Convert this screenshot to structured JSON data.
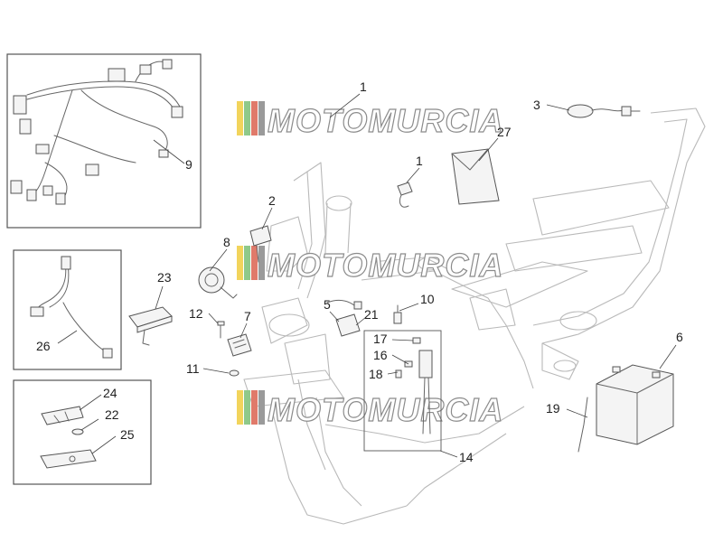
{
  "watermark": {
    "text": "MOTOMURCIA",
    "stripe_colors": [
      "#f2d45c",
      "#8fc98a",
      "#e07a6a",
      "#9a9a9a"
    ]
  },
  "callouts": [
    {
      "id": "c1a",
      "label": "1"
    },
    {
      "id": "c1b",
      "label": "1"
    },
    {
      "id": "c2",
      "label": "2"
    },
    {
      "id": "c3",
      "label": "3"
    },
    {
      "id": "c5",
      "label": "5"
    },
    {
      "id": "c6",
      "label": "6"
    },
    {
      "id": "c7",
      "label": "7"
    },
    {
      "id": "c8",
      "label": "8"
    },
    {
      "id": "c9",
      "label": "9"
    },
    {
      "id": "c10",
      "label": "10"
    },
    {
      "id": "c11",
      "label": "11"
    },
    {
      "id": "c12",
      "label": "12"
    },
    {
      "id": "c14",
      "label": "14"
    },
    {
      "id": "c16",
      "label": "16"
    },
    {
      "id": "c17",
      "label": "17"
    },
    {
      "id": "c18",
      "label": "18"
    },
    {
      "id": "c19",
      "label": "19"
    },
    {
      "id": "c21",
      "label": "21"
    },
    {
      "id": "c22",
      "label": "22"
    },
    {
      "id": "c23",
      "label": "23"
    },
    {
      "id": "c24",
      "label": "24"
    },
    {
      "id": "c25",
      "label": "25"
    },
    {
      "id": "c26",
      "label": "26"
    },
    {
      "id": "c27",
      "label": "27"
    }
  ]
}
